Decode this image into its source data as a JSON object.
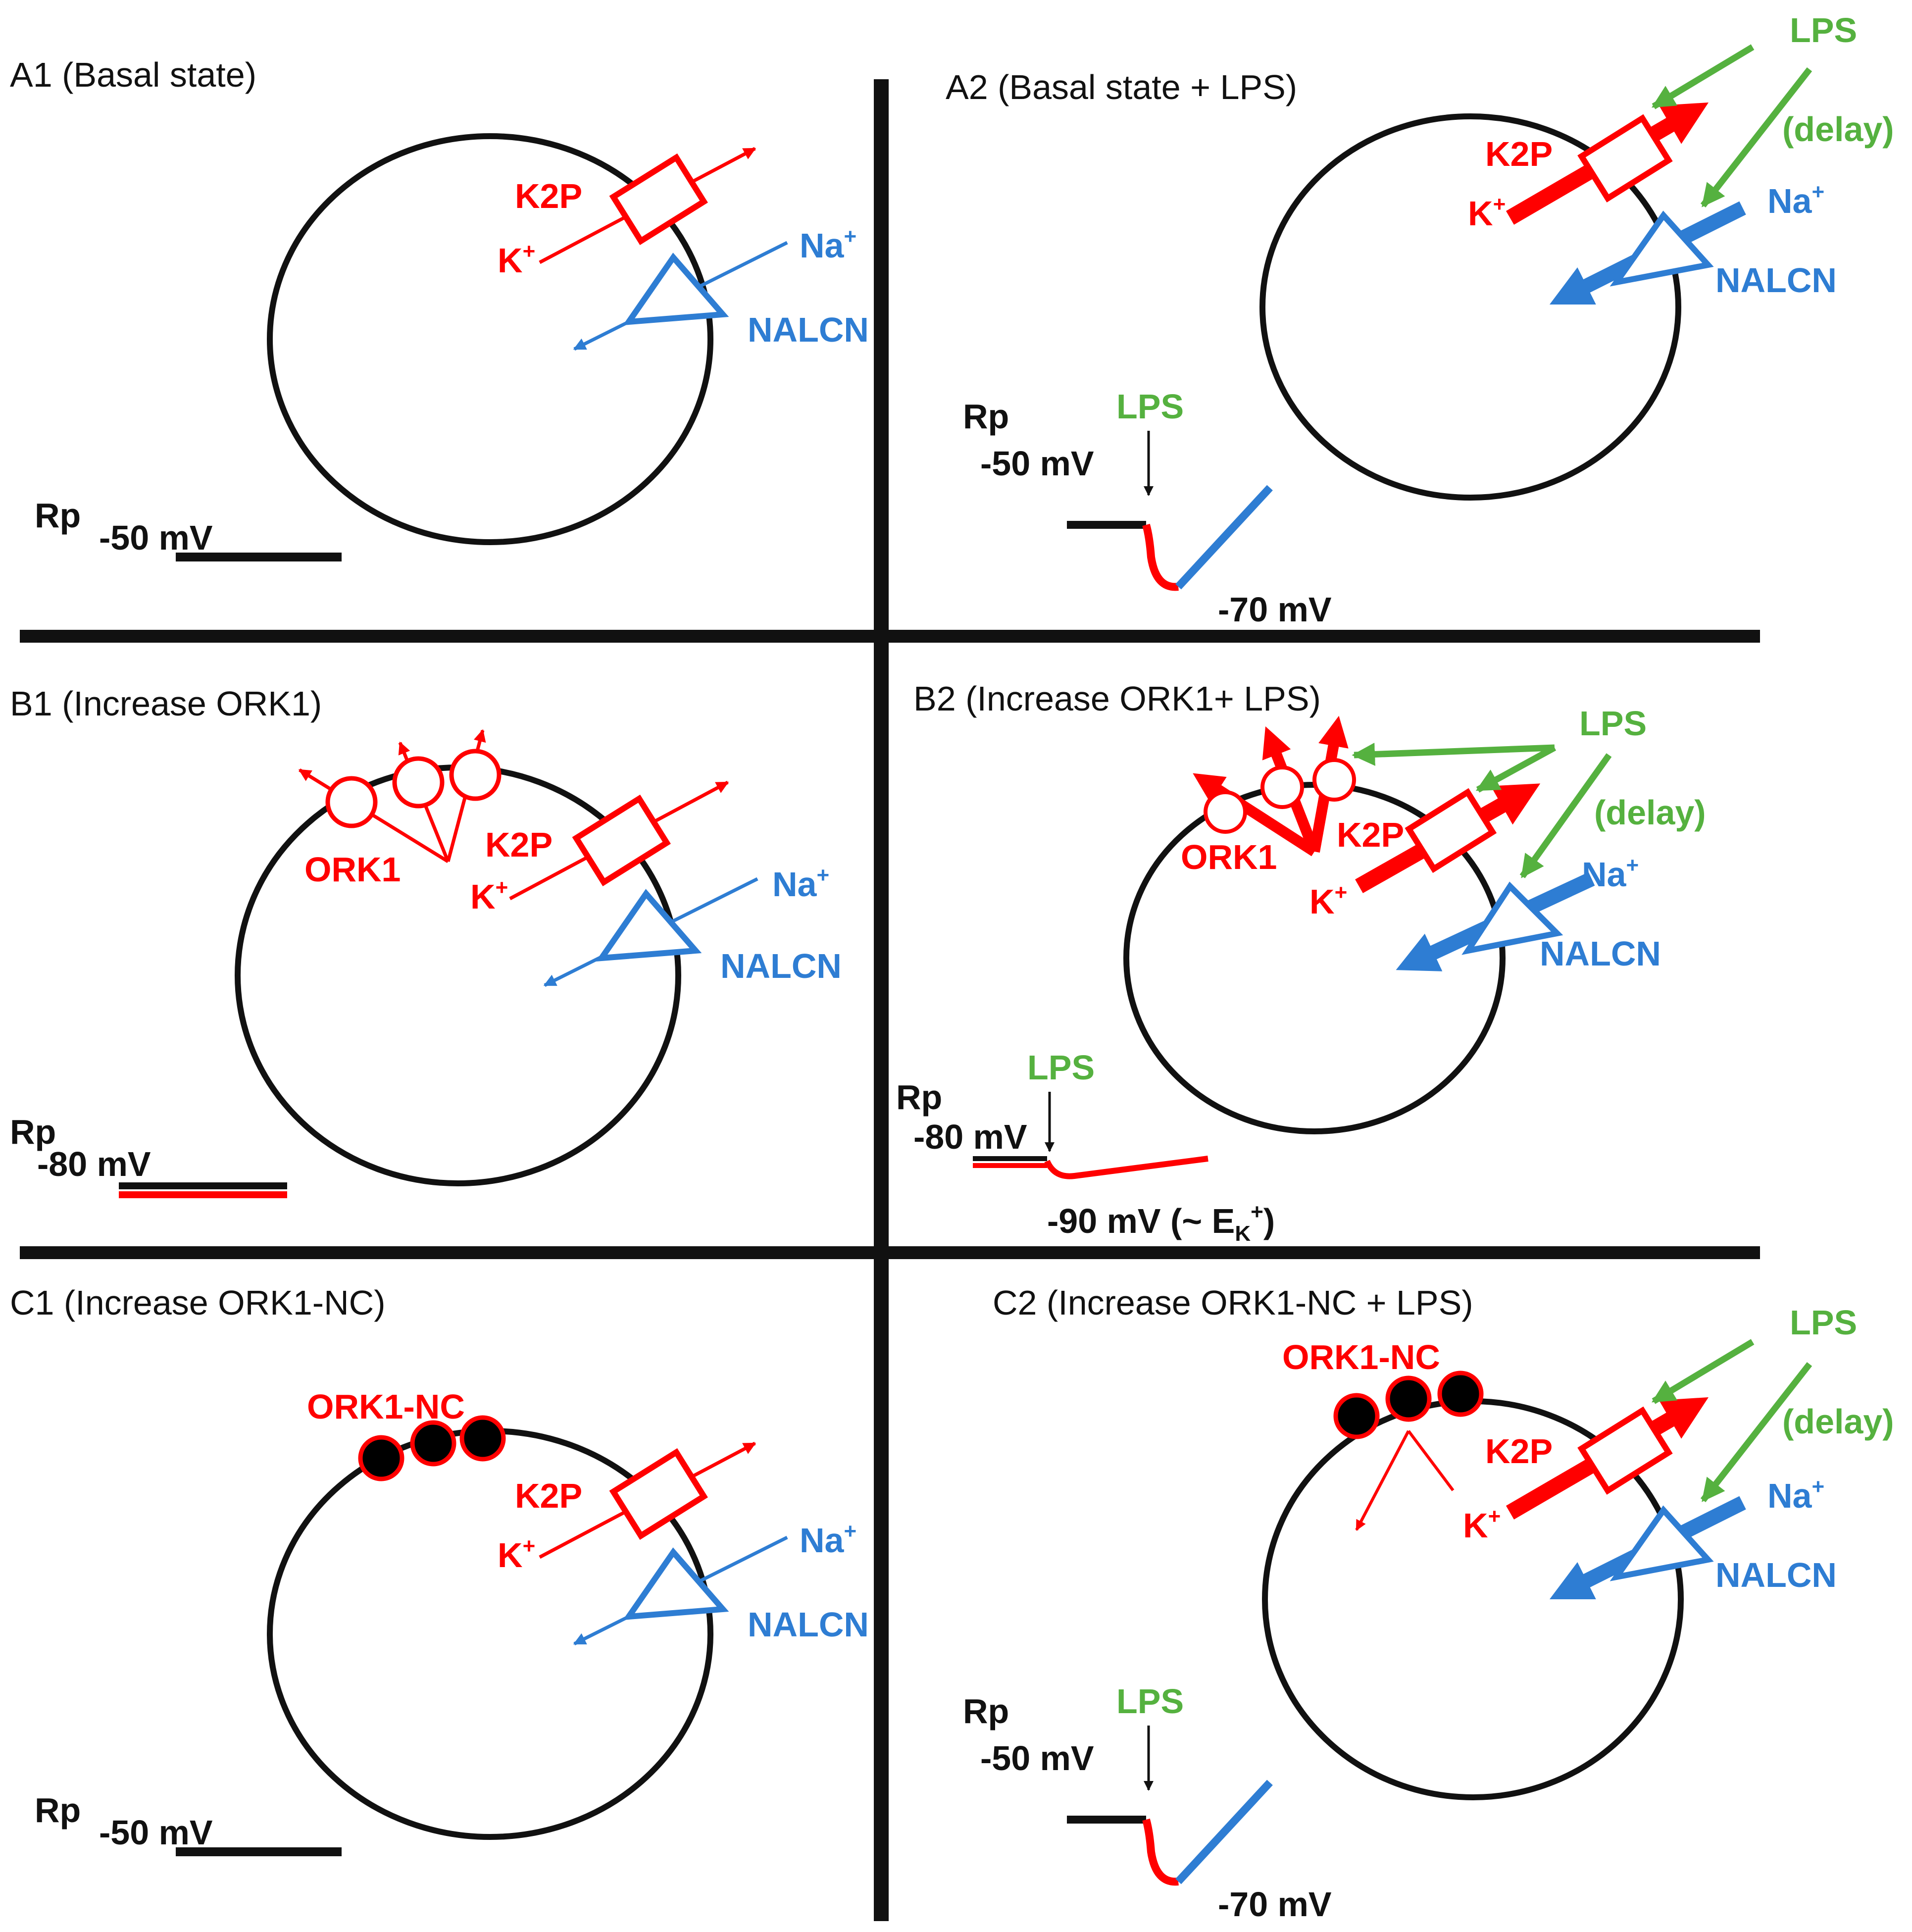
{
  "colors": {
    "potassium": "#ff0000",
    "sodium": "#2e7dd3",
    "lps": "#55b13f",
    "line": "#111111"
  },
  "panels": {
    "a1": {
      "title": "A1 (Basal state)",
      "k2p": "K2P",
      "k": "K",
      "k_sup": "+",
      "na": "Na",
      "na_sup": "+",
      "nalcn": "NALCN",
      "rp": "Rp",
      "voltage": "-50 mV"
    },
    "a2": {
      "title": "A2 (Basal state + LPS)",
      "lps": "LPS",
      "delay": "(delay)",
      "k2p": "K2P",
      "k": "K",
      "k_sup": "+",
      "na": "Na",
      "na_sup": "+",
      "nalcn": "NALCN",
      "rp": "Rp",
      "voltage_start": "-50 mV",
      "trace_lps": "LPS",
      "voltage_end": "-70 mV"
    },
    "b1": {
      "title": "B1 (Increase ORK1)",
      "ork1": "ORK1",
      "k2p": "K2P",
      "k": "K",
      "k_sup": "+",
      "na": "Na",
      "na_sup": "+",
      "nalcn": "NALCN",
      "rp": "Rp",
      "voltage": "-80 mV"
    },
    "b2": {
      "title": "B2 (Increase ORK1+ LPS)",
      "lps": "LPS",
      "delay": "(delay)",
      "ork1": "ORK1",
      "k2p": "K2P",
      "k": "K",
      "k_sup": "+",
      "na": "Na",
      "na_sup": "+",
      "nalcn": "NALCN",
      "rp": "Rp",
      "voltage_start": "-80 mV",
      "trace_lps": "LPS",
      "voltage_end": "-90 mV (~ E",
      "ek_sub": "K",
      "ek_sup": "+",
      "close_paren": ")"
    },
    "c1": {
      "title": "C1 (Increase ORK1-NC)",
      "ork1nc": "ORK1-NC",
      "k2p": "K2P",
      "k": "K",
      "k_sup": "+",
      "na": "Na",
      "na_sup": "+",
      "nalcn": "NALCN",
      "rp": "Rp",
      "voltage": "-50 mV"
    },
    "c2": {
      "title": "C2 (Increase ORK1-NC + LPS)",
      "lps": "LPS",
      "delay": "(delay)",
      "ork1nc": "ORK1-NC",
      "k2p": "K2P",
      "k": "K",
      "k_sup": "+",
      "na": "Na",
      "na_sup": "+",
      "nalcn": "NALCN",
      "rp": "Rp",
      "voltage_start": "-50 mV",
      "trace_lps": "LPS",
      "voltage_end": "-70 mV"
    }
  }
}
